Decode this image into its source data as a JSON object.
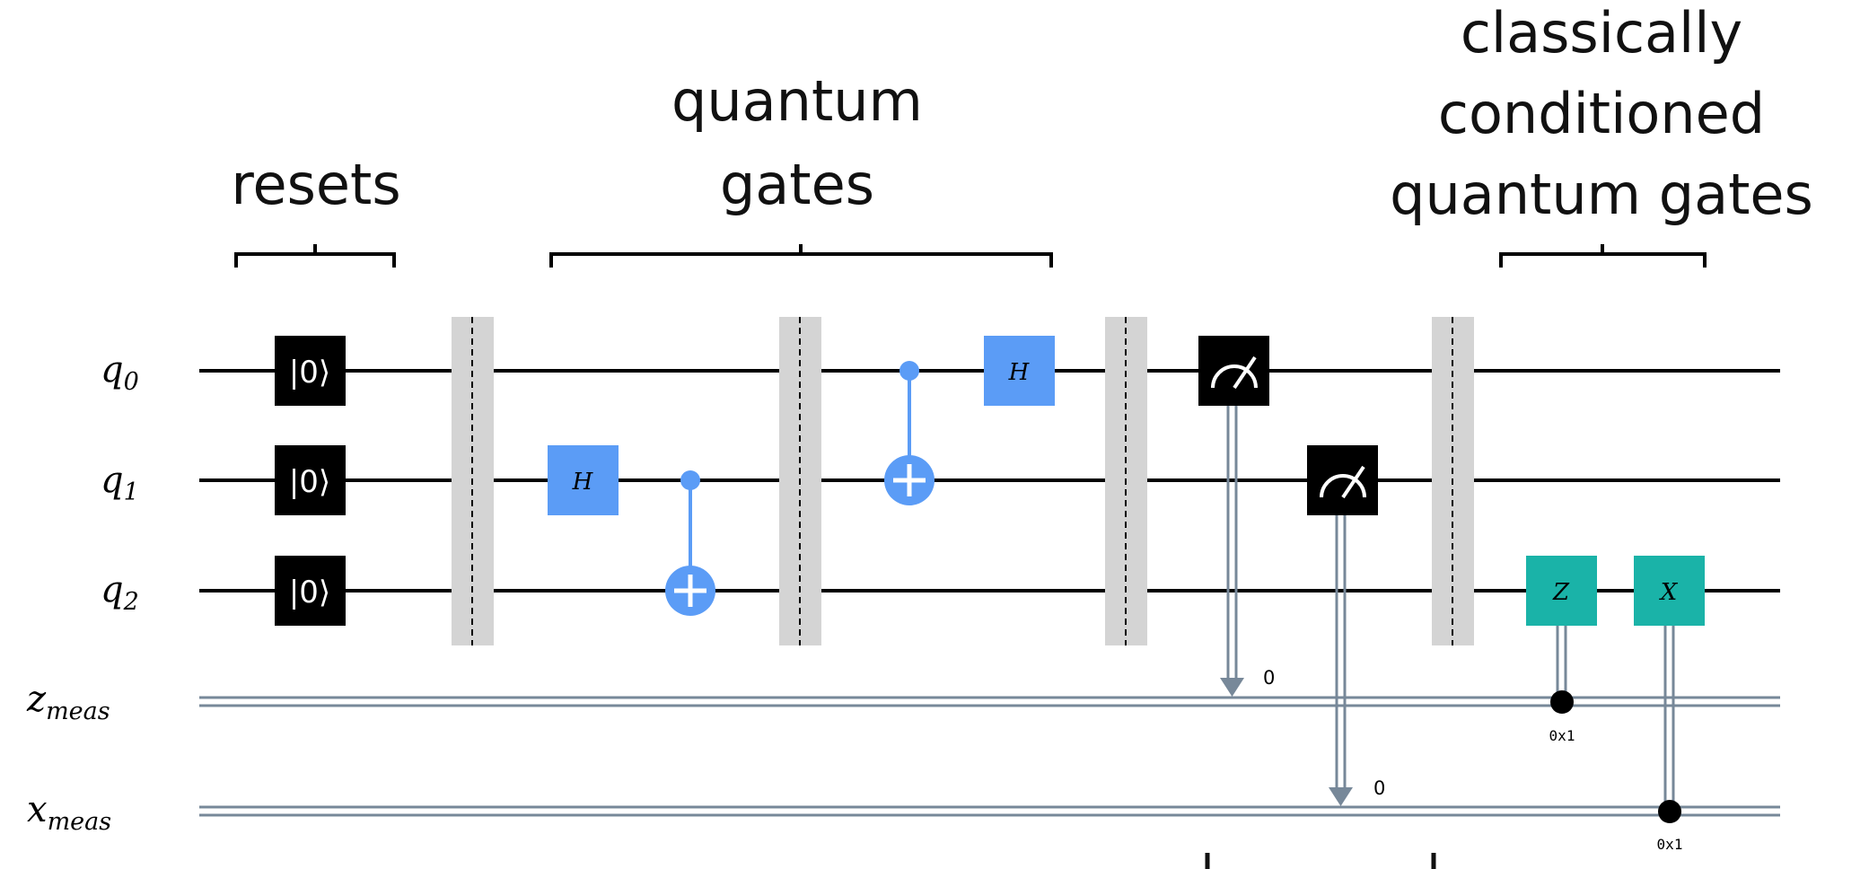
{
  "annotations": {
    "resets": [
      "resets"
    ],
    "quantum_gates": [
      "quantum",
      "gates"
    ],
    "classical": [
      "classically",
      "conditioned",
      "quantum gates"
    ]
  },
  "wires": {
    "q0": {
      "base": "q",
      "sub": "0"
    },
    "q1": {
      "base": "q",
      "sub": "1"
    },
    "q2": {
      "base": "q",
      "sub": "2"
    },
    "z": {
      "base": "z",
      "sub": "meas"
    },
    "x": {
      "base": "x",
      "sub": "meas"
    }
  },
  "gates": {
    "reset_text": "|0⟩",
    "h_label": "H",
    "z_label": "Z",
    "x_label": "X"
  },
  "measure_bits": {
    "z": "0",
    "x": "0"
  },
  "conditions": {
    "z": "0x1",
    "x": "0x1"
  },
  "colors": {
    "wire": "#000000",
    "classical_wire": "#778899",
    "barrier": "#d4d4d4",
    "reset_box": "#000000",
    "h_gate": "#5b9cf6",
    "cnot": "#5b9cf6",
    "measure_box": "#000000",
    "conditioned_gate": "#1ab3a8"
  }
}
